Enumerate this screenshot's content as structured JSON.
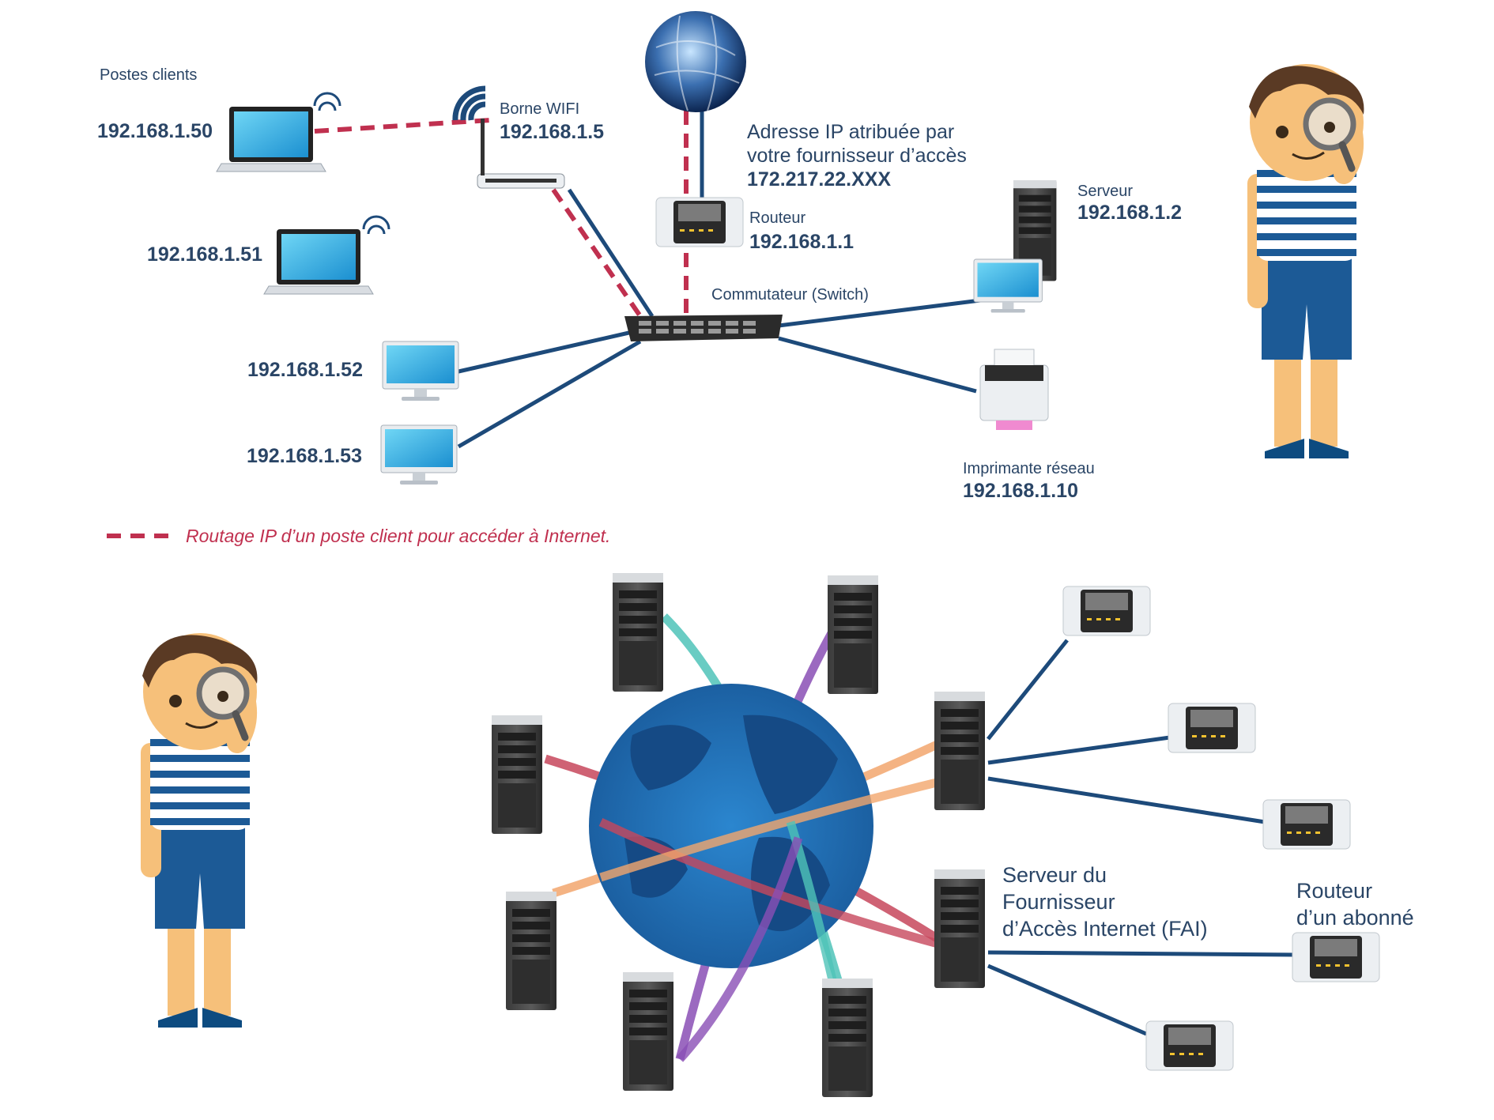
{
  "colors": {
    "cable": "#1d4a7a",
    "route_dashed": "#c0304f",
    "text": "#2a4566",
    "accent_teal": "#4fc3b8",
    "accent_purple": "#8a4fb5",
    "accent_orange": "#f2a66d",
    "accent_red": "#c7475c"
  },
  "top_diagram": {
    "clients_title": "Postes clients",
    "wifi_label": "Borne WIFI",
    "wifi_ip": "192.168.1.5",
    "client_ips": [
      "192.168.1.50",
      "192.168.1.51",
      "192.168.1.52",
      "192.168.1.53"
    ],
    "isp_text": "Adresse IP atribuée par\nvotre fournisseur d’accès",
    "isp_ip": "172.217.22.XXX",
    "router_label": "Routeur",
    "router_ip": "192.168.1.1",
    "switch_label": "Commutateur (Switch)",
    "server_label": "Serveur",
    "server_ip": "192.168.1.2",
    "printer_label": "Imprimante réseau",
    "printer_ip": "192.168.1.10",
    "legend": "Routage IP d’un poste client pour accéder à Internet."
  },
  "bottom_diagram": {
    "isp_server_label": "Serveur du\nFournisseur\nd’Accès Internet (FAI)",
    "subscriber_router_label": "Routeur\nd’un abonné"
  },
  "icons": [
    "globe-icon",
    "laptop-icon",
    "wifi-router-icon",
    "wifi-signal-icon",
    "router-icon",
    "switch-icon",
    "server-tower-icon",
    "desktop-monitor-icon",
    "printer-icon",
    "boy-with-magnifier-illustration",
    "earth-globe-icon"
  ]
}
